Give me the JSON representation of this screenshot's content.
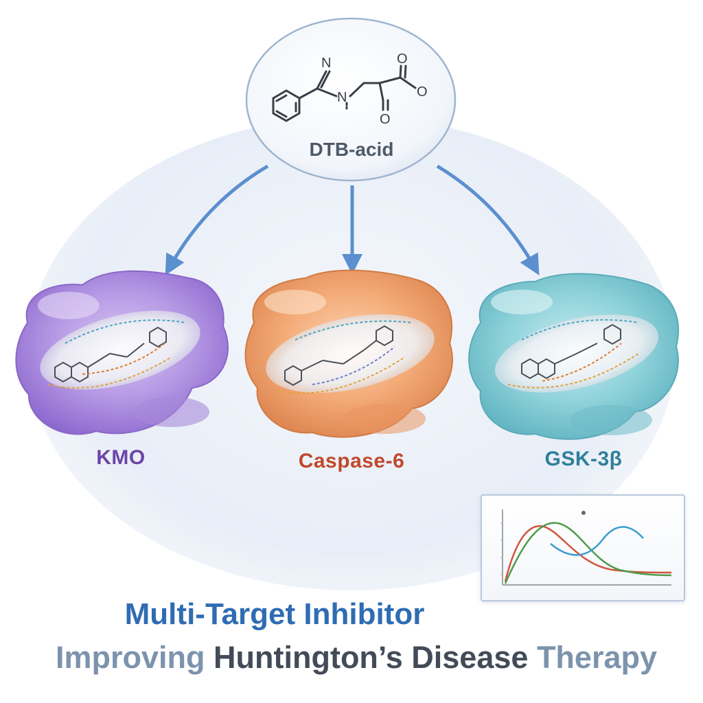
{
  "compound": {
    "name": "DTB-acid",
    "atoms": {
      "n_top": "N",
      "n_mid": "N",
      "o_top": "O",
      "o_right": "O",
      "o_bottom": "O"
    }
  },
  "targets": [
    {
      "name": "KMO",
      "color": "#b89be2"
    },
    {
      "name": "Caspase-6",
      "color": "#f2a874"
    },
    {
      "name": "GSK-3β",
      "color": "#8fd3dc"
    }
  ],
  "title": {
    "line1": "Multi-Target Inhibitor",
    "line2_part1": "Improving",
    "line2_part2": "Huntington’s Disease",
    "line2_part3": "Therapy"
  },
  "colors": {
    "arrow": "#5b8fcf",
    "title_blue": "#2f6cb3"
  }
}
